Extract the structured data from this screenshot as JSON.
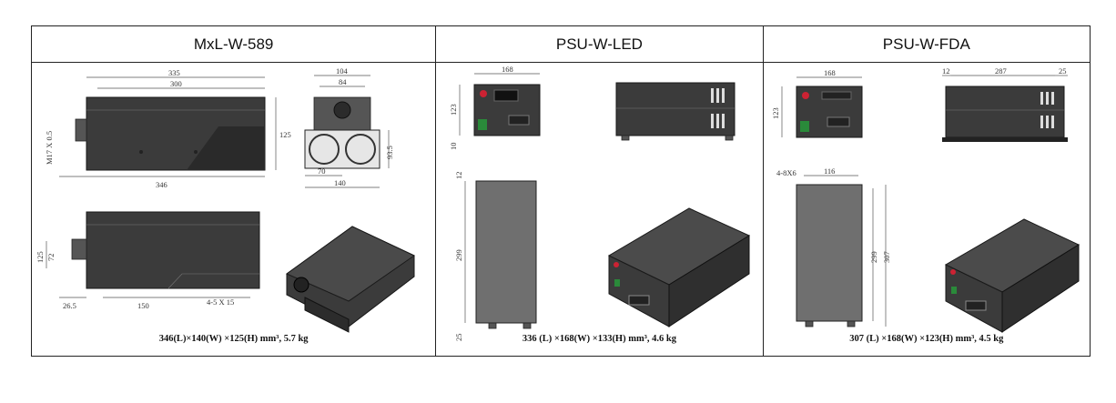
{
  "columns": [
    {
      "header": "MxL-W-589",
      "caption": "346(L)×140(W) ×125(H) mm³, 5.7 kg",
      "dims": {
        "top1": "335",
        "top2": "300",
        "side_h": "125",
        "left": "M17 X 0.5",
        "total": "346",
        "fan_w1": "104",
        "fan_w2": "84",
        "fan_h": "93.5",
        "fan_b1": "70",
        "fan_b2": "140",
        "bot_h1": "125",
        "bot_h2": "72",
        "bot_a": "26.5",
        "bot_b": "150",
        "bot_holes": "4-5 X 15"
      }
    },
    {
      "header": "PSU-W-LED",
      "caption": "336 (L) ×168(W) ×133(H) mm³, 4.6 kg",
      "dims": {
        "front_w": "168",
        "front_h": "123",
        "front_foot": "10",
        "top_gap": "12",
        "top_len": "299",
        "bot_gap": "25"
      }
    },
    {
      "header": "PSU-W-FDA",
      "caption": "307 (L) ×168(W) ×123(H) mm³, 4.5 kg",
      "dims": {
        "front_w": "168",
        "front_h": "123",
        "side_a": "12",
        "side_b": "287",
        "side_c": "25",
        "holes": "4-8X6",
        "top_w": "116",
        "top_len1": "299",
        "top_len2": "307"
      }
    }
  ]
}
